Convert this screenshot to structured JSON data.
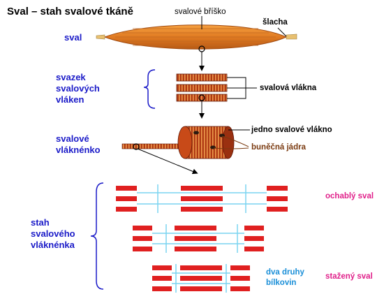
{
  "title": "Sval – stah svalové tkáně",
  "labels": {
    "muscle_belly": "svalové bříško",
    "tendon": "šlacha",
    "muscle": "sval",
    "bundle": [
      "svazek",
      "svalových",
      "vláken"
    ],
    "fibers": "svalová vlákna",
    "single_fiber": "jedno svalové vlákno",
    "fibril": [
      "svalové",
      "vláknénko"
    ],
    "nuclei": "buněčná jádra",
    "contraction": [
      "stah",
      "svalového",
      "vláknénka"
    ],
    "relaxed": "ochablý sval",
    "contracted": "stažený sval",
    "proteins": [
      "dva druhy",
      "bílkovin"
    ]
  },
  "colors": {
    "muscle": "#e8862a",
    "muscle_dark": "#a04a10",
    "filament_red": "#e02020",
    "filament_cyan": "#7ad4f0",
    "label_blue": "#1a1ac8",
    "label_pink": "#e0208a",
    "label_cyan": "#1a8fd8",
    "label_brown": "#7a3a10"
  }
}
